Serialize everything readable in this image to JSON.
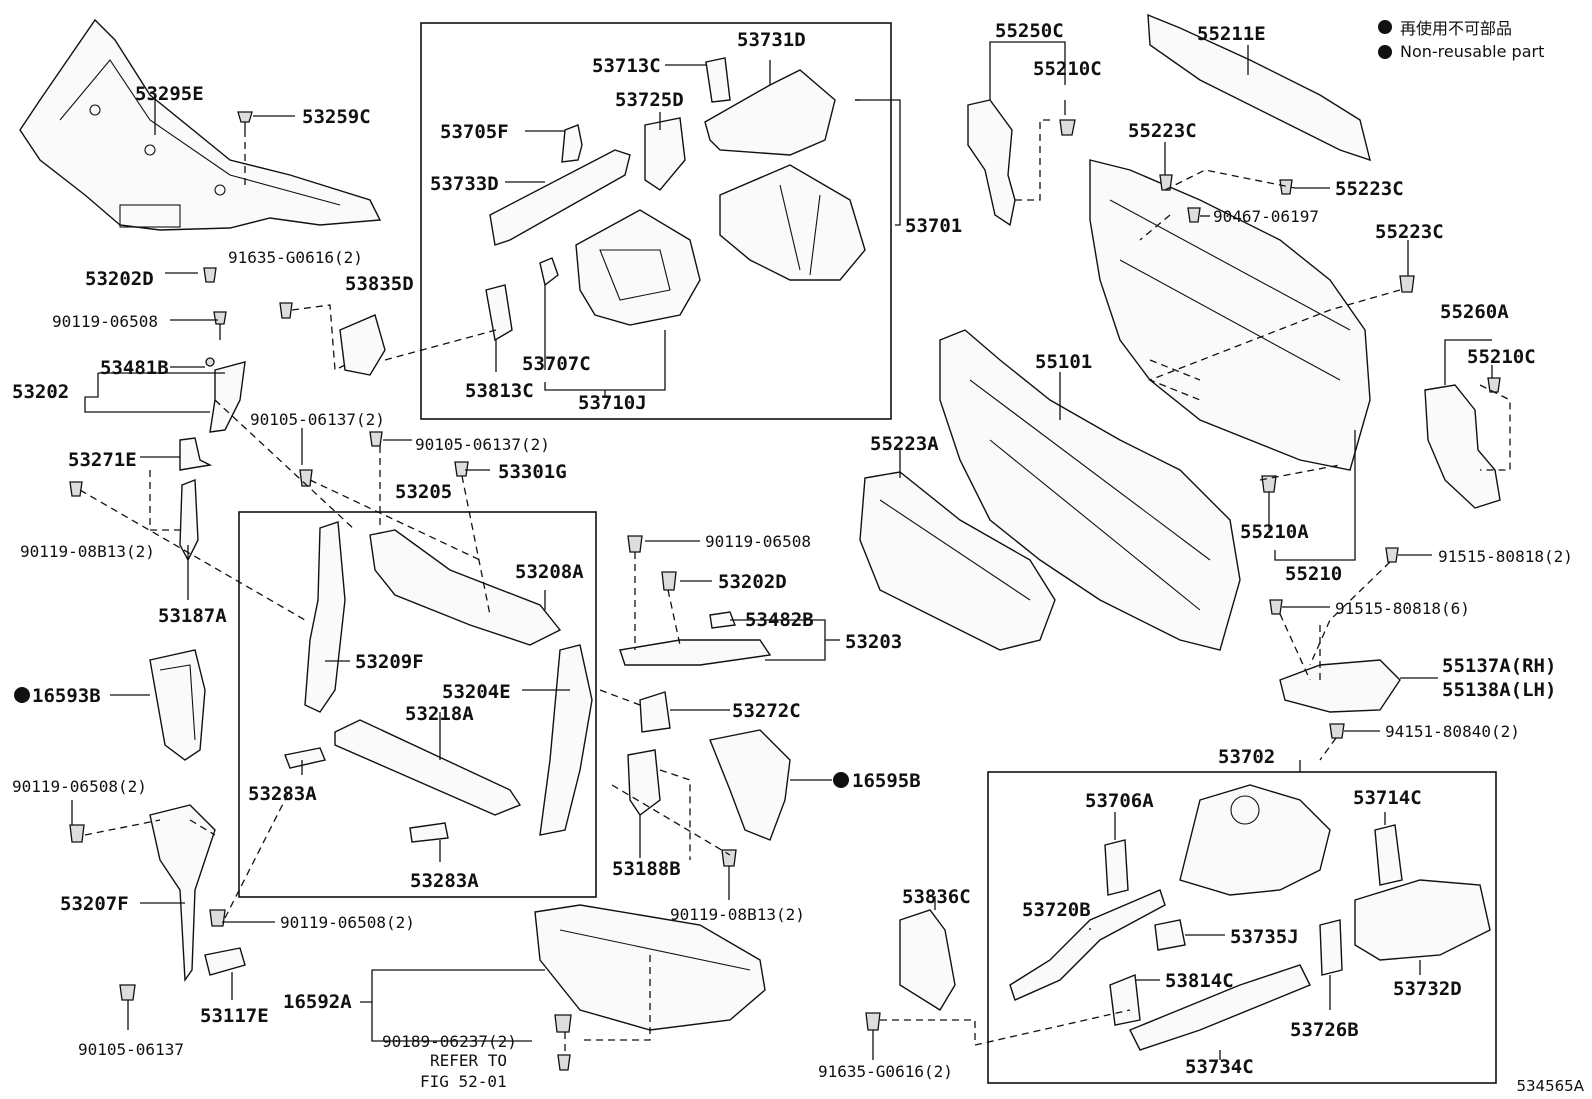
{
  "legend": {
    "jp": "再使用不可部品",
    "en": "Non-reusable part"
  },
  "figure_number": "534565A",
  "callouts": {
    "c53295E": "53295E",
    "c53259C": "53259C",
    "c91635G0616_2_top": "91635-G0616(2)",
    "c53835D": "53835D",
    "c53202D_left": "53202D",
    "c90119_06508_left": "90119-06508",
    "c53481B": "53481B",
    "c53202": "53202",
    "c90105_06137_2_a": "90105-06137(2)",
    "c90105_06137_2_b": "90105-06137(2)",
    "c53301G": "53301G",
    "c53271E": "53271E",
    "c90119_08B13_2_left": "90119-08B13(2)",
    "c53187A": "53187A",
    "c53205": "53205",
    "c53208A": "53208A",
    "c53209F": "53209F",
    "c53204E": "53204E",
    "c53218A": "53218A",
    "c53283A_a": "53283A",
    "c53283A_b": "53283A",
    "c16593B": "16593B",
    "c90119_06508_2_left": "90119-06508(2)",
    "c53207F": "53207F",
    "c90119_06508_2_mid": "90119-06508(2)",
    "c53117E": "53117E",
    "c90105_06137": "90105-06137",
    "c53713C": "53713C",
    "c53731D": "53731D",
    "c53725D": "53725D",
    "c53705F": "53705F",
    "c53733D": "53733D",
    "c53701": "53701",
    "c53707C": "53707C",
    "c53813C": "53813C",
    "c53710J": "53710J",
    "c90119_06508_mid": "90119-06508",
    "c53202D_mid": "53202D",
    "c53482B": "53482B",
    "c53203": "53203",
    "c53272C": "53272C",
    "c16595B": "16595B",
    "c53188B": "53188B",
    "c90119_08B13_2_mid": "90119-08B13(2)",
    "c16592A": "16592A",
    "c90189_06237_2": "90189-06237(2)",
    "c55250C": "55250C",
    "c55210C_top": "55210C",
    "c55211E": "55211E",
    "c55223C_a": "55223C",
    "c55223C_b": "55223C",
    "c90467_06197": "90467-06197",
    "c55223C_c": "55223C",
    "c55101": "55101",
    "c55223A": "55223A",
    "c55260A": "55260A",
    "c55210C_right": "55210C",
    "c55210A": "55210A",
    "c55210": "55210",
    "c91515_80818_2": "91515-80818(2)",
    "c91515_80818_6": "91515-80818(6)",
    "c55137A": "55137A(RH)",
    "c55138A": "55138A(LH)",
    "c94151_80840_2": "94151-80840(2)",
    "c53702": "53702",
    "c53706A": "53706A",
    "c53714C": "53714C",
    "c53836C": "53836C",
    "c53720B": "53720B",
    "c53735J": "53735J",
    "c53814C": "53814C",
    "c53732D": "53732D",
    "c53726B": "53726B",
    "c53734C": "53734C",
    "c91635G0616_2_bottom": "91635-G0616(2)"
  },
  "reference_note": {
    "line1": "REFER TO",
    "line2": "FIG 52-01"
  }
}
